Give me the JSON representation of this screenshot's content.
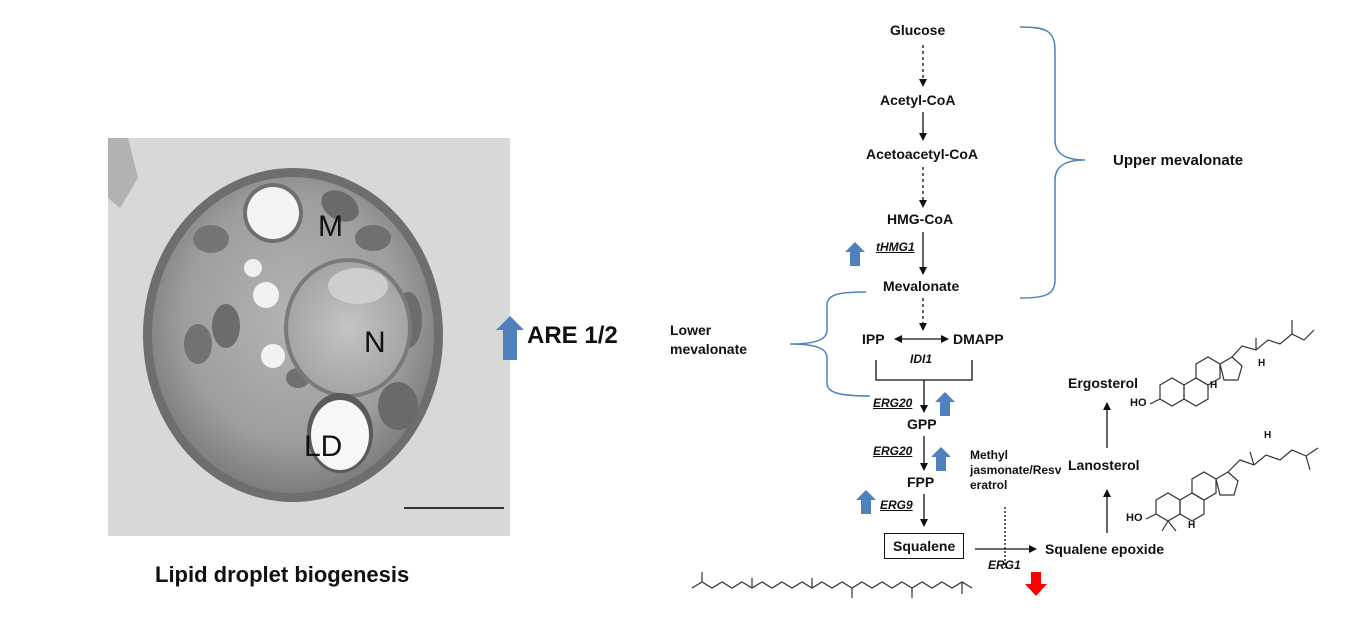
{
  "left_panel": {
    "caption": "Lipid droplet biogenesis",
    "organelle_labels": {
      "m": "M",
      "n": "N",
      "ld": "LD"
    },
    "are_label": "ARE 1/2"
  },
  "pathway": {
    "metabolites": {
      "glucose": "Glucose",
      "acetyl_coa": "Acetyl-CoA",
      "acetoacetyl_coa": "Acetoacetyl-CoA",
      "hmg_coa": "HMG-CoA",
      "mevalonate": "Mevalonate",
      "ipp": "IPP",
      "dmapp": "DMAPP",
      "gpp": "GPP",
      "fpp": "FPP",
      "squalene": "Squalene",
      "squalene_epoxide": "Squalene epoxide",
      "lanosterol": "Lanosterol",
      "ergosterol": "Ergosterol"
    },
    "enzymes": {
      "thmg1": "tHMG1",
      "idi1": "IDI1",
      "erg20_a": "ERG20",
      "erg20_b": "ERG20",
      "erg9": "ERG9",
      "erg1": "ERG1"
    },
    "section_labels": {
      "upper": "Upper mevalonate",
      "lower_line1": "Lower",
      "lower_line2": "mevalonate"
    },
    "treatment_lines": [
      "Methyl",
      "jasmonate/Resv",
      "eratrol"
    ],
    "structure_labels": {
      "ho_ergosterol": "HO",
      "ho_lanosterol": "HO",
      "h": "H"
    }
  },
  "colors": {
    "up_arrow": "#4f81bd",
    "down_arrow": "#ff0000",
    "bracket": "#4f81bd",
    "cell_bg": "#8a8a8a",
    "cell_light": "#c8c8c8",
    "text": "#111111"
  }
}
